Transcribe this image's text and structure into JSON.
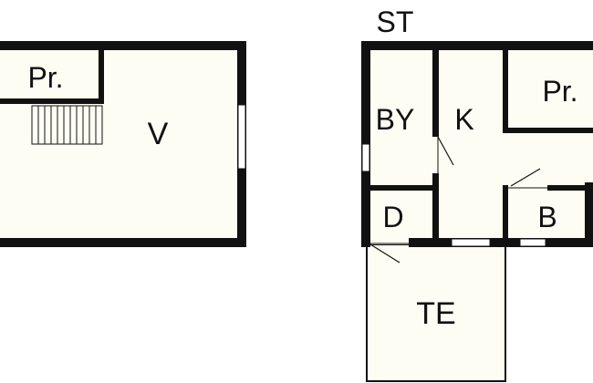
{
  "colors": {
    "wall": "#111111",
    "floor": "#fdfdf4",
    "background": "#ffffff",
    "window": "#ffffff"
  },
  "floors": {
    "upper": {
      "rooms": {
        "storage": "Pr.",
        "attic": "V"
      }
    },
    "ground": {
      "floor_label": "ST",
      "rooms": {
        "bath": "BY",
        "kitchen": "K",
        "storage": "Pr.",
        "door_room": "D",
        "b_room": "B",
        "terrace": "TE"
      }
    }
  }
}
